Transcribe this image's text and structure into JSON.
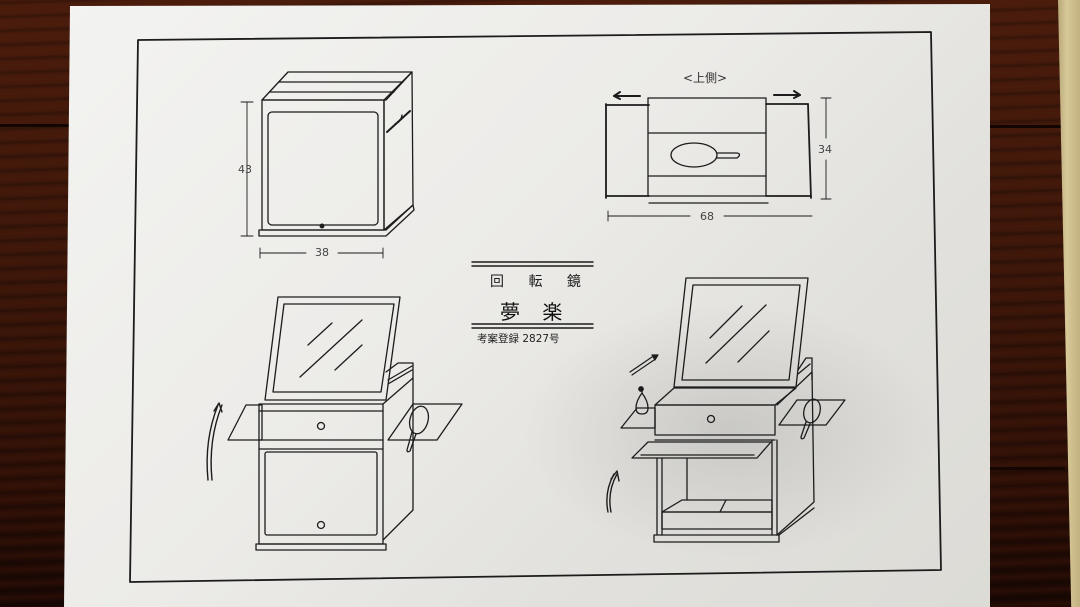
{
  "photo": {
    "subject": "Design drawing sheet on wooden table",
    "colors": {
      "wood": "#3a1408",
      "paper": "#eeeeec",
      "ink": "#1e1e1e"
    }
  },
  "sheet": {
    "title": {
      "line1": "回 転 鏡",
      "line2": "夢 楽",
      "registration": "考案登録 2827号"
    },
    "views": [
      {
        "id": "closed-front-view",
        "dimensions": {
          "height": "43",
          "width": "38"
        }
      },
      {
        "id": "top-view",
        "label": "<上側>",
        "dimensions": {
          "depth": "34",
          "extended_width": "68"
        },
        "arrows": [
          "left-arrow",
          "right-arrow"
        ]
      },
      {
        "id": "open-view-with-door",
        "arrows": [
          "rotate-up-arrow"
        ]
      },
      {
        "id": "open-view-with-shelf",
        "arrows": [
          "slide-arrow",
          "rotate-up-arrow"
        ]
      }
    ]
  }
}
